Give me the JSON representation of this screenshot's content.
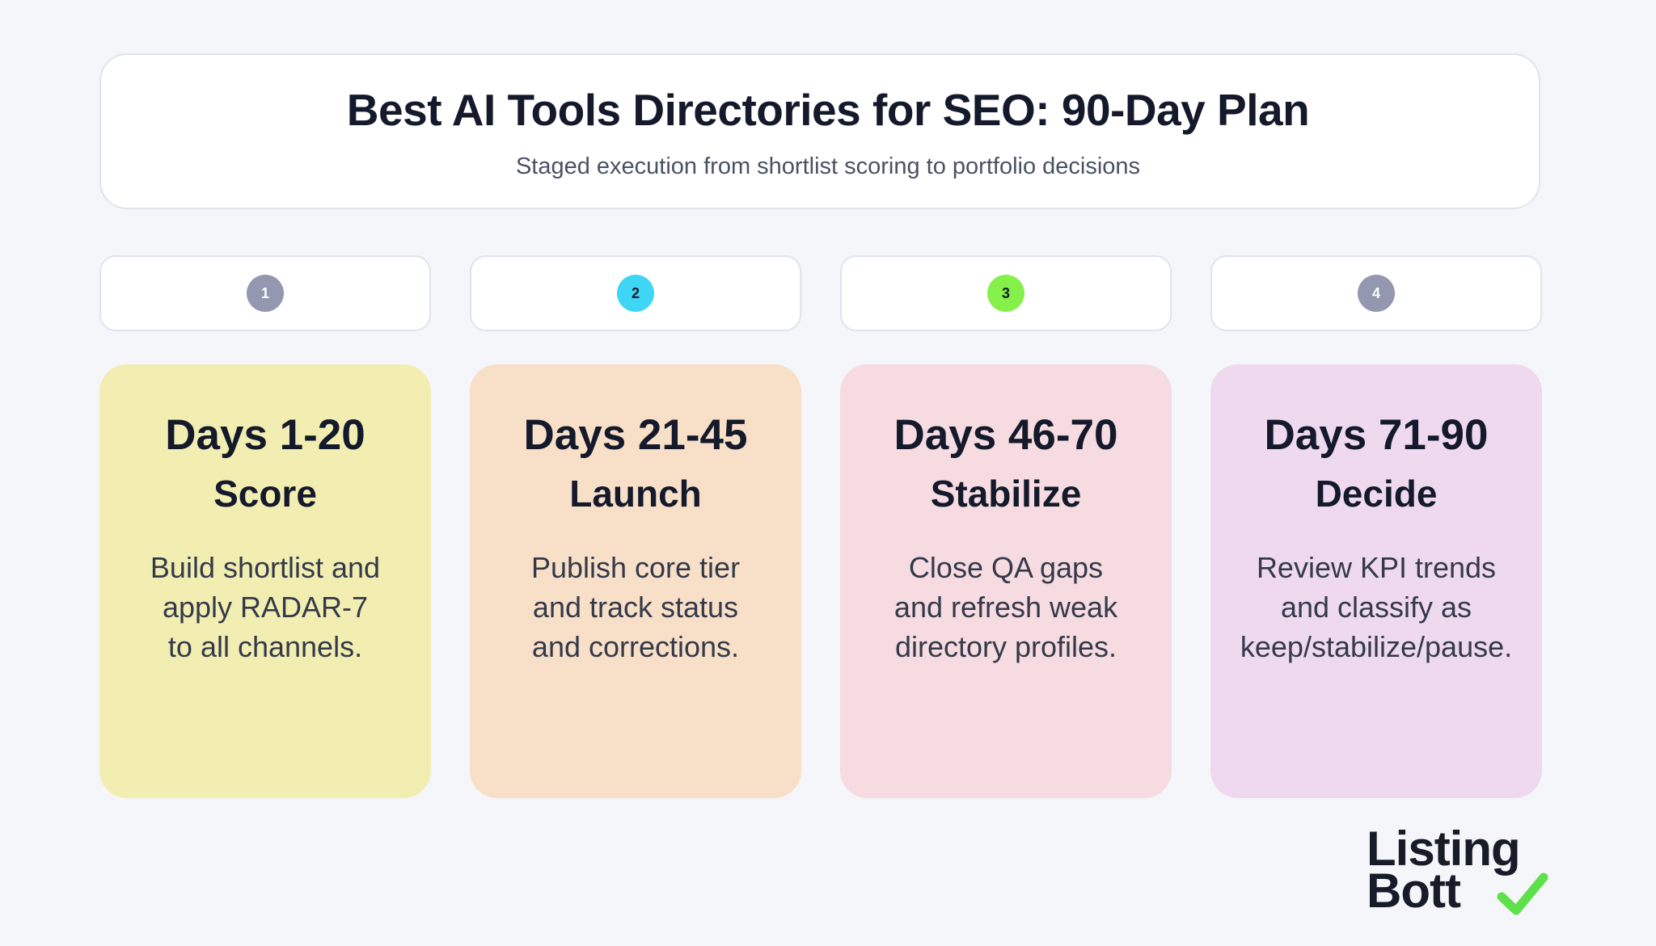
{
  "header": {
    "title": "Best AI Tools Directories for SEO: 90-Day Plan",
    "subtitle": "Staged execution from shortlist scoring to portfolio decisions"
  },
  "steps": [
    {
      "number": "1",
      "color": "#9497b0",
      "text_color": "#ffffff"
    },
    {
      "number": "2",
      "color": "#3fd6f5",
      "text_color": "#141a2b"
    },
    {
      "number": "3",
      "color": "#86f04a",
      "text_color": "#141a2b"
    },
    {
      "number": "4",
      "color": "#9497b0",
      "text_color": "#ffffff"
    }
  ],
  "phases": [
    {
      "days": "Days 1-20",
      "name": "Score",
      "description_lines": [
        "Build shortlist and",
        "apply RADAR-7",
        "to all channels."
      ],
      "color": "#f2eeb2"
    },
    {
      "days": "Days 21-45",
      "name": "Launch",
      "description_lines": [
        "Publish core tier",
        "and track status",
        "and corrections."
      ],
      "color": "#f8dfc7"
    },
    {
      "days": "Days 46-70",
      "name": "Stabilize",
      "description_lines": [
        "Close QA gaps",
        "and refresh weak",
        "directory profiles."
      ],
      "color": "#f6dbe0"
    },
    {
      "days": "Days 71-90",
      "name": "Decide",
      "description_lines": [
        "Review KPI trends",
        "and classify as",
        "keep/stabilize/pause."
      ],
      "color": "#efd9ef"
    }
  ],
  "logo": {
    "line1": "Listing",
    "line2": "Bott",
    "icon": "checkmark-icon",
    "check_color": "#5ee04a"
  }
}
